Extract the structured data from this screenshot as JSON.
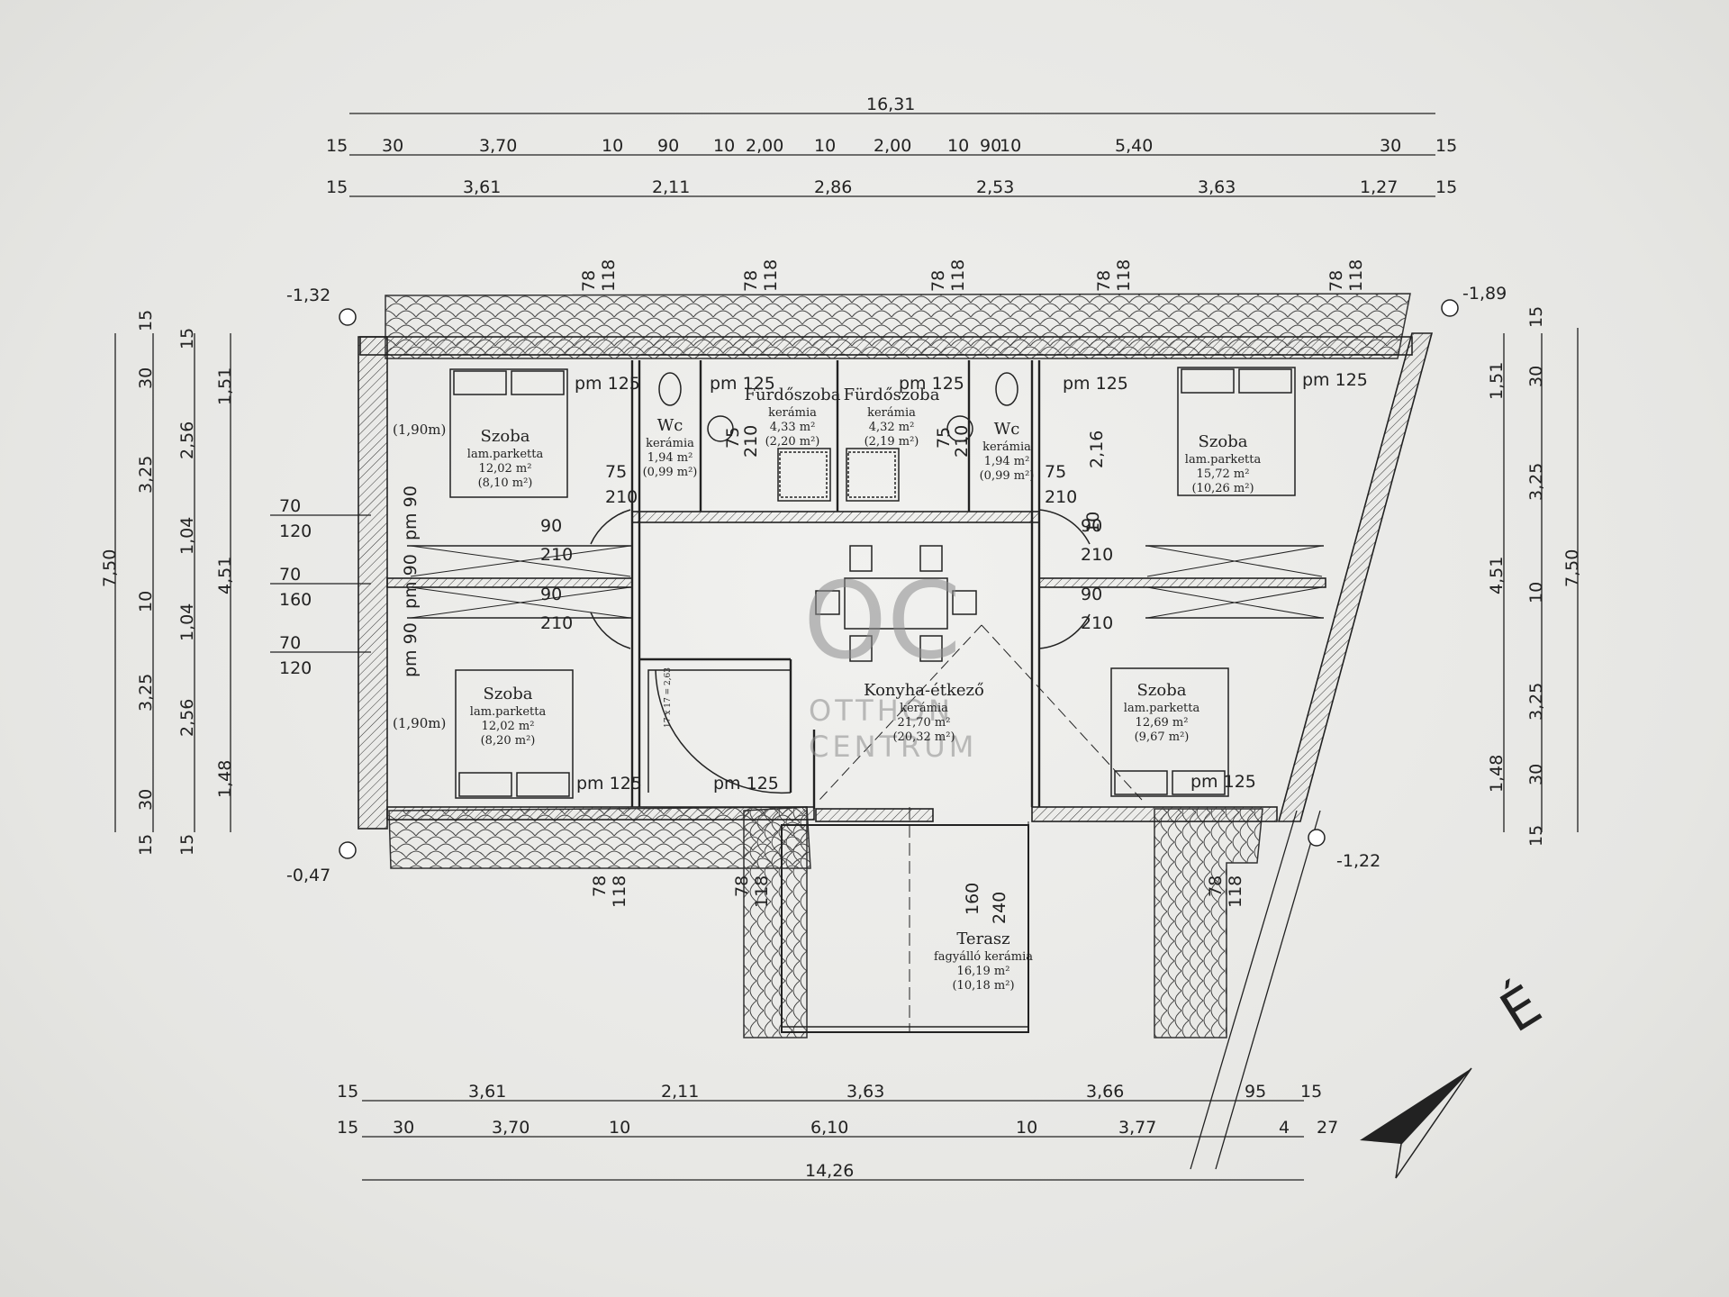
{
  "dims_top": {
    "overall": "16,31",
    "row1": [
      "15",
      "30",
      "3,70",
      "10",
      "90",
      "10",
      "2,00",
      "10",
      "2,00",
      "10",
      "90",
      "10",
      "5,40",
      "30",
      "15"
    ],
    "row2": [
      "15",
      "3,61",
      "2,11",
      "2,86",
      "2,53",
      "3,63",
      "1,27",
      "15"
    ]
  },
  "dims_bottom": {
    "row1": [
      "15",
      "3,61",
      "2,11",
      "3,63",
      "3,66",
      "95",
      "15"
    ],
    "row2": [
      "15",
      "30",
      "3,70",
      "10",
      "6,10",
      "10",
      "3,77",
      "4",
      "27"
    ],
    "overall": "14,26"
  },
  "dims_left": {
    "outer": "7,50",
    "mid": [
      "15",
      "30",
      "3,25",
      "10",
      "3,25",
      "30",
      "15"
    ],
    "inner": [
      "15",
      "2,56",
      "1,04",
      "1,04",
      "2,56",
      "15"
    ],
    "far": [
      "1,51",
      "4,51",
      "1,48"
    ]
  },
  "dims_right": {
    "outer": "7,50",
    "mid": [
      "15",
      "30",
      "3,25",
      "10",
      "3,25",
      "30",
      "15"
    ],
    "inner": [
      "1,51",
      "4,51",
      "1,48"
    ]
  },
  "levels": {
    "top_left": "-1,32",
    "top_right": "-1,89",
    "bottom_left": "-0,47",
    "bottom_right": "-1,22"
  },
  "window_tags": [
    "78",
    "118"
  ],
  "left_windows": [
    [
      "70",
      "120"
    ],
    [
      "70",
      "160"
    ],
    [
      "70",
      "120"
    ]
  ],
  "door_tags": {
    "w90": "90",
    "w75": "75",
    "h210": "210",
    "h216": "2,16",
    "pm90": "pm 90",
    "pm125": "pm 125",
    "terrace_w": "160",
    "terrace_h": "240"
  },
  "rooms": [
    {
      "name": "Szoba",
      "floor": "lam.parketta",
      "area": "12,02 m²",
      "area2": "(8,10 m²)"
    },
    {
      "name": "Wc",
      "floor": "kerámia",
      "area": "1,94 m²",
      "area2": "(0,99 m²)"
    },
    {
      "name": "Fürdőszoba",
      "floor": "kerámia",
      "area": "4,33 m²",
      "area2": "(2,20 m²)"
    },
    {
      "name": "Fürdőszoba",
      "floor": "kerámia",
      "area": "4,32 m²",
      "area2": "(2,19 m²)"
    },
    {
      "name": "Wc",
      "floor": "kerámia",
      "area": "1,94 m²",
      "area2": "(0,99 m²)"
    },
    {
      "name": "Szoba",
      "floor": "lam.parketta",
      "area": "15,72 m²",
      "area2": "(10,26 m²)"
    },
    {
      "name": "Szoba",
      "floor": "lam.parketta",
      "area": "12,02 m²",
      "area2": "(8,20 m²)"
    },
    {
      "name": "Konyha-étkező",
      "floor": "kerámia",
      "area": "21,70 m²",
      "area2": "(20,32 m²)"
    },
    {
      "name": "Szoba",
      "floor": "lam.parketta",
      "area": "12,69 m²",
      "area2": "(9,67 m²)"
    },
    {
      "name": "Terasz",
      "floor": "fagyálló kerámia",
      "area": "16,19 m²",
      "area2": "(10,18 m²)"
    }
  ],
  "bed_note": "(1,90m)",
  "stair_note": "17 x 17 = 2,63",
  "north_label": "É",
  "watermark": {
    "mono": "OC",
    "line1": "OTTHON",
    "line2": "CENTRUM"
  },
  "colors": {
    "ink": "#222222",
    "paper": "#ededeb",
    "watermark": "#8c8c8c"
  }
}
